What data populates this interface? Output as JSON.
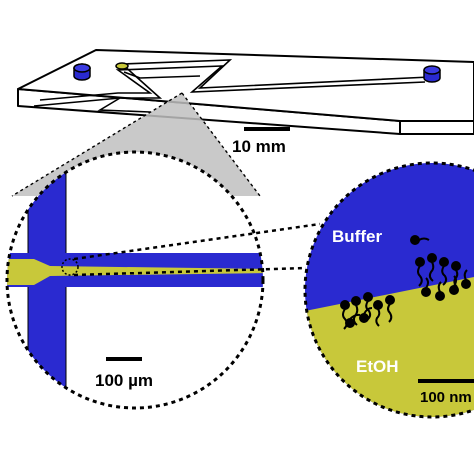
{
  "labels": {
    "chip_scale": "10 mm",
    "channel_scale": "100 µm",
    "buffer": "Buffer",
    "ethanol": "EtOH",
    "nano_scale": "100 nm"
  },
  "colors": {
    "buffer_blue": "#2a2ad0",
    "ethanol_yellow": "#c8c83a",
    "chip_outline": "#000000",
    "zoom_cone": "#c0c0c0",
    "background": "#ffffff"
  }
}
